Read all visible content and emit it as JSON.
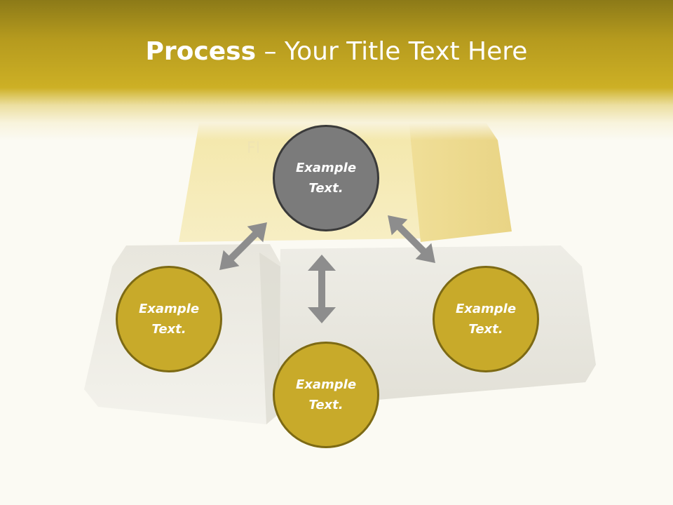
{
  "title": {
    "bold": "Process",
    "rest": " – Your Title Text Here"
  },
  "nodes": {
    "top": "Example Text.",
    "left": "Example Text.",
    "right": "Example Text.",
    "bottom": "Example Text."
  },
  "colors": {
    "header": "#cdb025",
    "node_gold": "#c8aa2a",
    "node_gray": "#7b7b7b",
    "arrow": "#8d8d8d"
  }
}
